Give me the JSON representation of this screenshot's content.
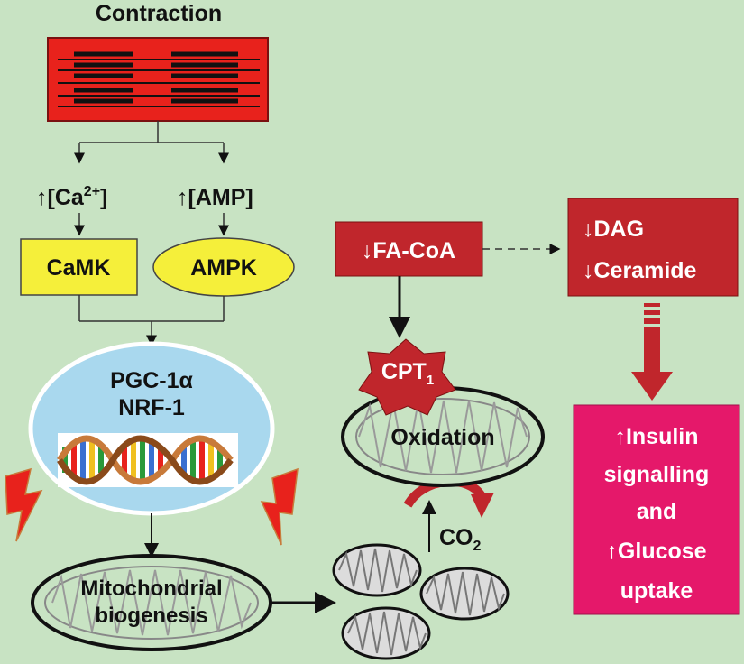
{
  "title": "Contraction",
  "signals": {
    "calcium_arrow": "↑",
    "calcium": "[Ca",
    "calcium_sup": "2+",
    "calcium_close": "]",
    "amp": "↑[AMP]"
  },
  "kinases": {
    "camk": "CaMK",
    "ampk": "AMPK"
  },
  "nucleus": {
    "line1": "PGC-1α",
    "line2": "NRF-1"
  },
  "biogenesis": {
    "line1": "Mitochondrial",
    "line2": "biogenesis"
  },
  "fa_coa": "↓FA-CoA",
  "dag_ceramide": {
    "line1": "↓DAG",
    "line2": "↓Ceramide"
  },
  "cpt": {
    "main": "CPT",
    "sub": "1"
  },
  "oxidation": "Oxidation",
  "co2": {
    "main": "CO",
    "sub": "2"
  },
  "outcome": {
    "line1": "↑Insulin",
    "line2": "signalling",
    "line3": "and",
    "line4": "↑Glucose",
    "line5": "uptake"
  },
  "colors": {
    "background": "#c8e3c3",
    "dark_red": "#c0262c",
    "bright_red": "#e8221c",
    "yellow": "#f5ef3a",
    "magenta": "#e5186a",
    "light_blue": "#a9d8ee"
  }
}
